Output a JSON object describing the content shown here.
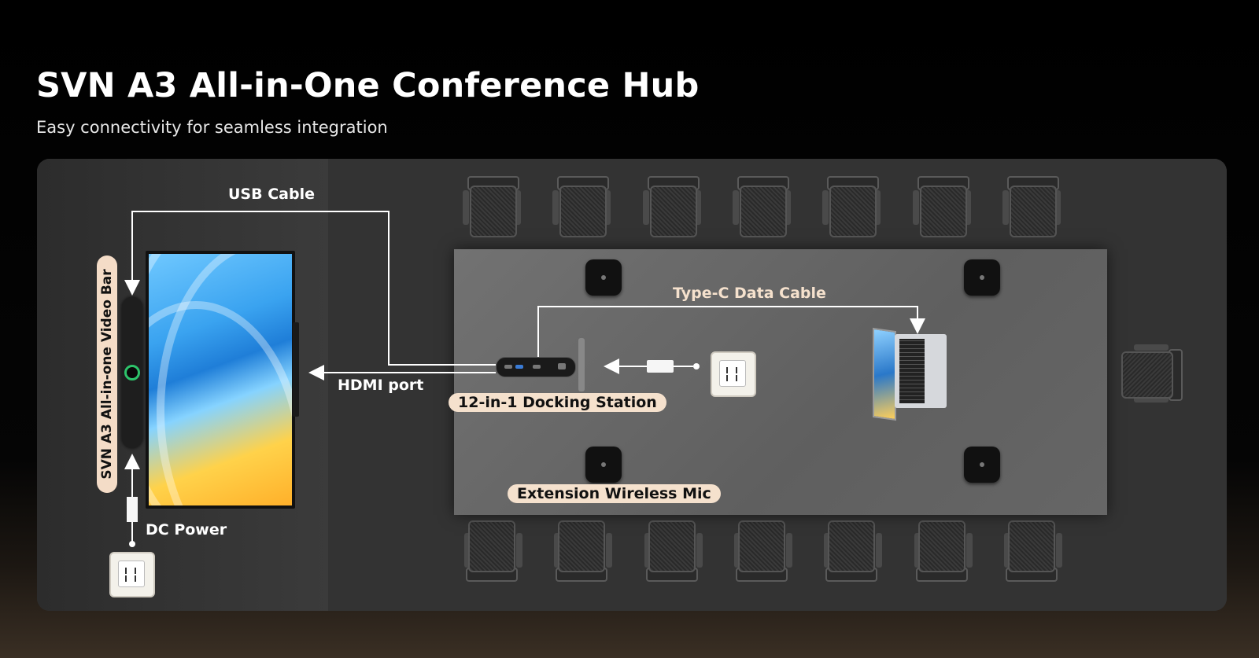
{
  "header": {
    "title": "SVN A3 All-in-One Conference Hub",
    "subtitle": "Easy connectivity for seamless integration"
  },
  "labels": {
    "usb_cable": "USB Cable",
    "video_bar": "SVN A3 All-in-one Video Bar",
    "hdmi_port": "HDMI port",
    "type_c_cable": "Type-C Data Cable",
    "docking_station": "12-in-1 Docking Station",
    "wireless_mic": "Extension Wireless Mic",
    "dc_power": "DC Power"
  },
  "colors": {
    "background": "#000000",
    "floor": "#363636",
    "table": "#6a6a6a",
    "label_pill": "#f5e1cd",
    "wire": "#ffffff",
    "lens_ring": "#2dc36a"
  },
  "icons": [
    "chair-icon",
    "wireless-mic-icon",
    "power-outlet-icon",
    "laptop-icon",
    "docking-station-icon",
    "video-bar-icon",
    "display-icon"
  ]
}
